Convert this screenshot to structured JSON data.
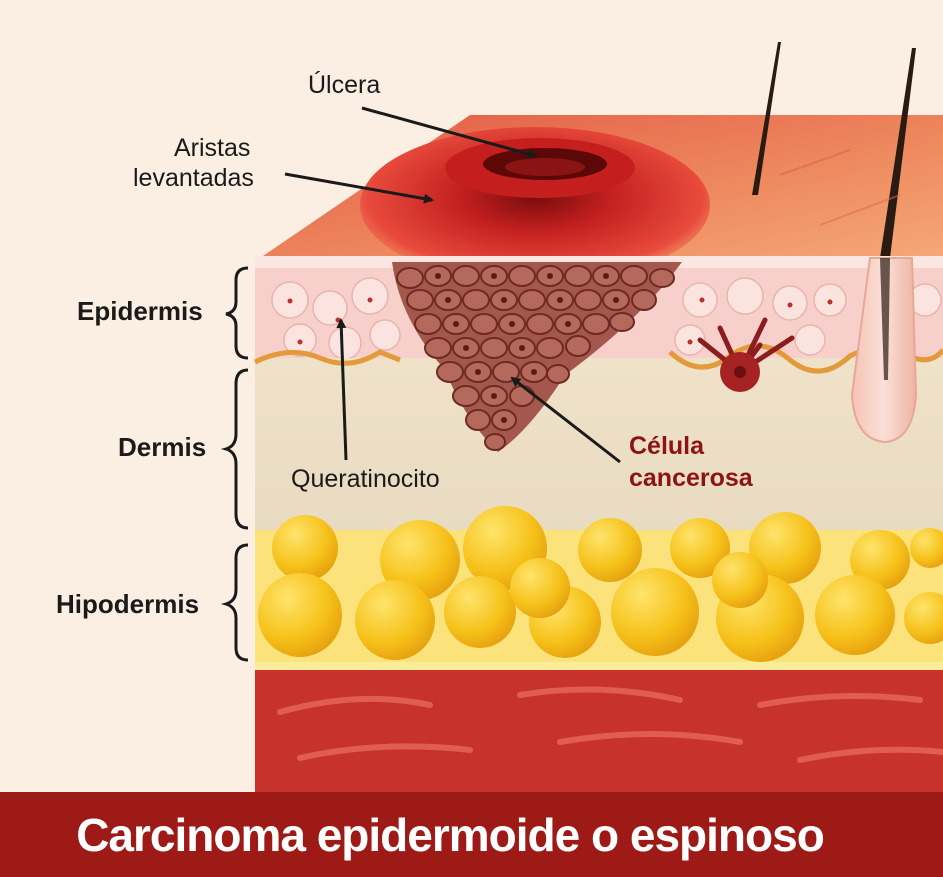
{
  "labels": {
    "ulcera": "Úlcera",
    "aristas_line1": "Aristas",
    "aristas_line2": "levantadas",
    "epidermis": "Epidermis",
    "dermis": "Dermis",
    "hipodermis": "Hipodermis",
    "queratinocito": "Queratinocito",
    "celula_line1": "Célula",
    "celula_line2": "cancerosa"
  },
  "title": "Carcinoma epidermoide o espinoso",
  "colors": {
    "background": "#fbeee2",
    "skin_surface": "#ef8a5e",
    "epidermis": "#f7d0cc",
    "dermis": "#ebdfc7",
    "fat": "#f5c419",
    "muscle": "#c7322d",
    "banner": "#9e1a16",
    "cancer_label": "#8d1414"
  }
}
